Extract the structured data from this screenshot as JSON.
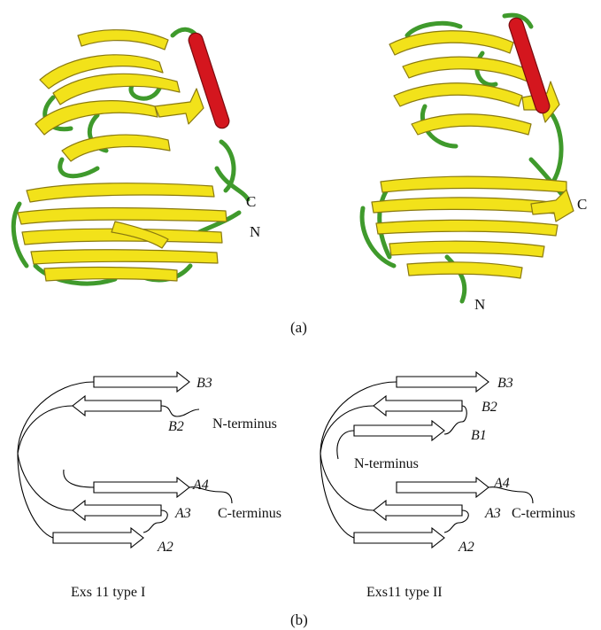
{
  "panel_a": {
    "caption": "(a)",
    "left": {
      "terminus_c": "C",
      "terminus_n": "N"
    },
    "right": {
      "terminus_c": "C",
      "terminus_n": "N"
    },
    "colors": {
      "strand": "#f2e21a",
      "strand_shadow": "#8a7a10",
      "loop": "#3f9a2c",
      "helix": "#d4161e"
    }
  },
  "panel_b": {
    "caption": "(b)",
    "left": {
      "title": "Exs 11 type I",
      "strands": {
        "b3": "B3",
        "b2": "B2",
        "a4": "A4",
        "a3": "A3",
        "a2": "A2"
      },
      "n_term": "N-terminus",
      "c_term": "C-terminus"
    },
    "right": {
      "title": "Exs11 type II",
      "strands": {
        "b3": "B3",
        "b2": "B2",
        "b1": "B1",
        "a4": "A4",
        "a3": "A3",
        "a2": "A2"
      },
      "n_term": "N-terminus",
      "c_term": "C-terminus"
    }
  }
}
